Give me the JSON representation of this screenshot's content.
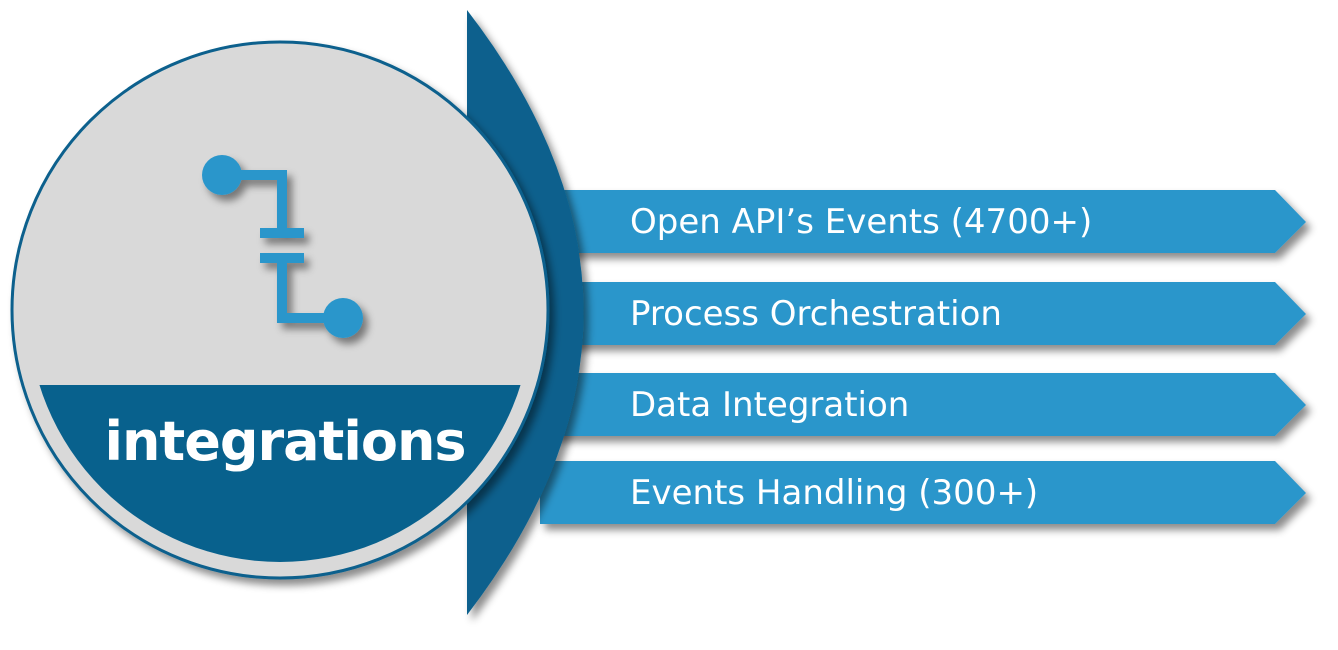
{
  "title": "integrations",
  "items": [
    {
      "label": "Open API’s Events (4700+)"
    },
    {
      "label": "Process Orchestration"
    },
    {
      "label": "Data Integration"
    },
    {
      "label": "Events Handling (300+)"
    }
  ],
  "icon": "integration-connector-icon",
  "colors": {
    "dark_blue": "#08618d",
    "light_blue": "#2a96cb",
    "gray": "#d9d9d9"
  }
}
